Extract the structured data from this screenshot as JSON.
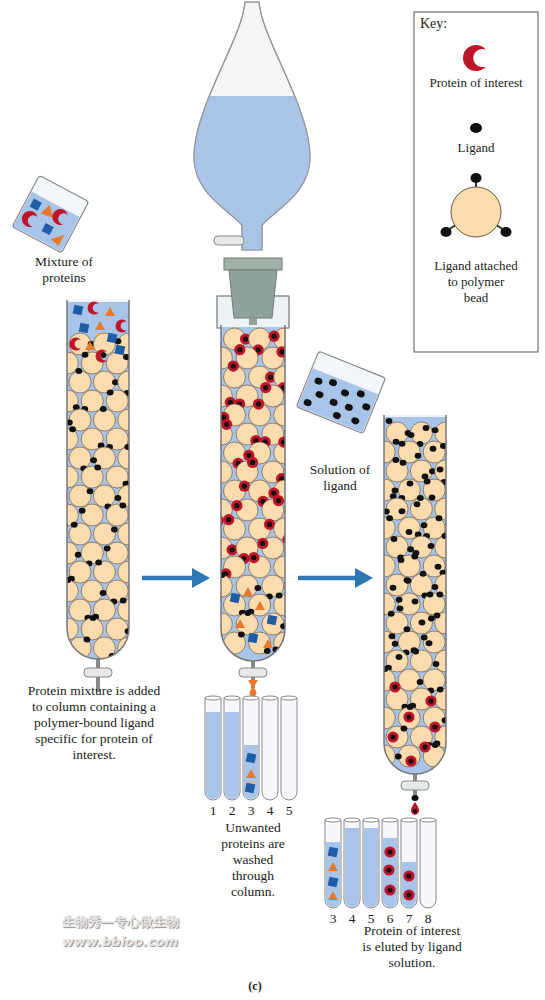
{
  "diagram": {
    "nodes": [
      {
        "text": [
          "Protein mixture is added to column containing a polymer-bound ligand specific for protein of interest."
        ]
      },
      {
        "text": [
          "Unwanted proteins are washed through column."
        ]
      },
      {
        "text": [
          "Protein of interest is eluted by ligand solution."
        ]
      }
    ],
    "edges": [
      {
        "from": 0,
        "to": 1,
        "arrow": "to"
      },
      {
        "from": 1,
        "to": 2,
        "arrow": "to"
      }
    ],
    "labels": [
      "Key:",
      "Mixture of proteins",
      "Solution of ligand",
      "1",
      "2",
      "3",
      "4",
      "5",
      "3",
      "4",
      "5",
      "6",
      "7",
      "8",
      "(c)",
      "生物秀—专心做生物",
      "www.bbioo.com"
    ],
    "legend": [
      {
        "text": "Protein of interest"
      },
      {
        "text": "Ligand"
      },
      {
        "text": "Ligand attached to polymer bead"
      }
    ]
  }
}
